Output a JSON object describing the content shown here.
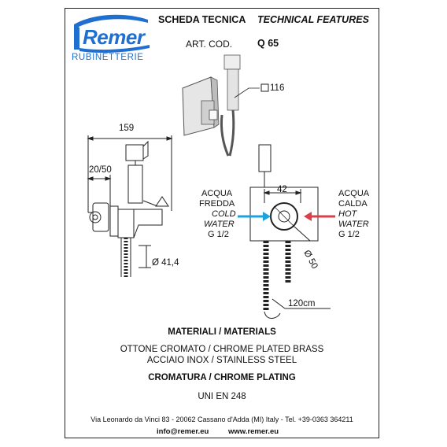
{
  "header": {
    "brand": "Remer",
    "brand_sub": "RUBINETTERIE",
    "scheda": "SCHEDA TECNICA",
    "technical": "TECHNICAL FEATURES",
    "art_cod_label": "ART. COD.",
    "art_cod_value": "Q 65"
  },
  "plate": {
    "dimension": "116"
  },
  "side_view": {
    "width": "159",
    "offset": "20/50",
    "diameter": "Ø 41,4"
  },
  "front_view": {
    "width": "42",
    "diameter": "Ø 50",
    "hose_length": "120cm",
    "cold": {
      "l1": "ACQUA",
      "l2": "FREDDA",
      "l3": "COLD",
      "l4": "WATER",
      "l5": "G 1/2"
    },
    "hot": {
      "l1": "ACQUA",
      "l2": "CALDA",
      "l3": "HOT",
      "l4": "WATER",
      "l5": "G 1/2"
    }
  },
  "materials": {
    "heading": "MATERIALI / MATERIALS",
    "line1": "OTTONE CROMATO / CHROME PLATED BRASS",
    "line2": "ACCIAIO INOX / STAINLESS STEEL",
    "plating_heading": "CROMATURA / CHROME PLATING",
    "standard": "UNI EN 248"
  },
  "footer": {
    "address": "Via Leonardo da Vinci 83 - 20062 Cassano d'Adda (MI) Italy - Tel. +39-0363 364211",
    "email": "info@remer.eu",
    "website": "www.remer.eu"
  },
  "colors": {
    "brand": "#1e6fd0",
    "cold": "#1aa3dc",
    "hot": "#d9404a"
  }
}
